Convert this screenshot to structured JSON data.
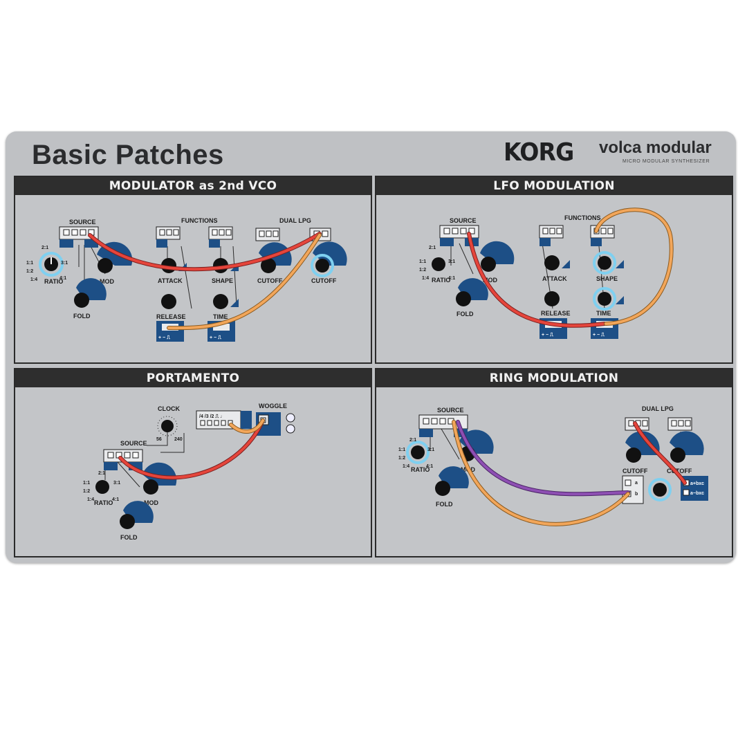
{
  "card": {
    "title": "Basic Patches",
    "brand": "KORG",
    "product": "volca modular",
    "subtitle": "MICRO MODULAR SYNTHESIZER"
  },
  "colors": {
    "card": "#bfc1c4",
    "panel_header": "#2e2e2e",
    "module_blue": "#1d4f86",
    "highlight": "#7fd0f0",
    "cable_red": "#e5453b",
    "cable_orange": "#f2a65a",
    "cable_purple": "#8e4fb3"
  },
  "panels": {
    "p1": {
      "title": "MODULATOR as 2nd VCO",
      "labels": {
        "source": "SOURCE",
        "functions": "FUNCTIONS",
        "dual_lpg": "DUAL LPG",
        "ratio": "RATIO",
        "mod": "MOD",
        "fold": "FOLD",
        "attack": "ATTACK",
        "shape": "SHAPE",
        "release": "RELEASE",
        "time": "TIME",
        "cutoff_a": "CUTOFF",
        "cutoff_b": "CUTOFF",
        "r21": "2:1",
        "r11": "1:1",
        "r31": "3:1",
        "r12": "1:2",
        "r14": "1:4",
        "r41": "4:1",
        "plus_minus": "+  −  ⎍"
      }
    },
    "p2": {
      "title": "LFO MODULATION",
      "labels": {
        "source": "SOURCE",
        "functions": "FUNCTIONS",
        "ratio": "RATIO",
        "mod": "MOD",
        "fold": "FOLD",
        "attack": "ATTACK",
        "shape": "SHAPE",
        "release": "RELEASE",
        "time": "TIME",
        "r21": "2:1",
        "r11": "1:1",
        "r31": "3:1",
        "r12": "1:2",
        "r14": "1:4",
        "r41": "4:1",
        "plus_minus": "+  −  ⎍"
      }
    },
    "p3": {
      "title": "PORTAMENTO",
      "labels": {
        "clock": "CLOCK",
        "c56": "56",
        "c240": "240",
        "woggle": "WOGGLE",
        "divs": "/4 /3 /2  ⎍  ♩",
        "source": "SOURCE",
        "ratio": "RATIO",
        "mod": "MOD",
        "fold": "FOLD",
        "r21": "2:1",
        "r11": "1:1",
        "r31": "3:1",
        "r12": "1:2",
        "r14": "1:4",
        "r41": "4:1"
      }
    },
    "p4": {
      "title": "RING MODULATION",
      "labels": {
        "source": "SOURCE",
        "dual_lpg": "DUAL LPG",
        "ratio": "RATIO",
        "mod": "MOD",
        "fold": "FOLD",
        "cutoff_a": "CUTOFF",
        "cutoff_b": "CUTOFF",
        "r21": "2:1",
        "r11": "1:1",
        "r31": "3:1",
        "r12": "1:2",
        "r14": "1:4",
        "r41": "4:1",
        "ring1": "a+bxc",
        "ring2": "a−bxc",
        "a": "a",
        "b": "b"
      }
    }
  }
}
